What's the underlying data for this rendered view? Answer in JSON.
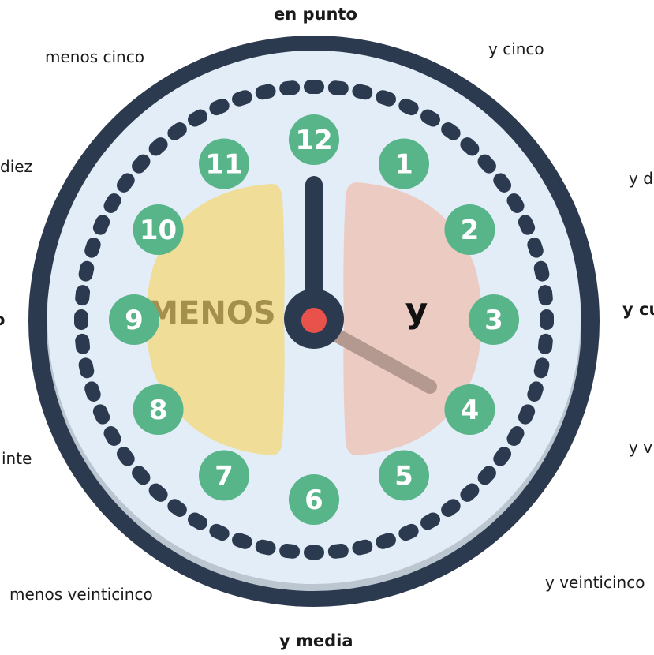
{
  "labels": {
    "en_punto": "en punto",
    "y_cinco": "y cinco",
    "y_diez": "y d",
    "y_cuarto": "y cu",
    "y_veinte": "y v",
    "y_veinticinco": "y veinticinco",
    "y_media": "y media",
    "menos_veinticinco": "menos veinticinco",
    "menos_veinte": "inte",
    "menos_cuarto": "o",
    "menos_diez": "diez",
    "menos_cinco": "menos cinco"
  },
  "clock": {
    "numbers": [
      "12",
      "1",
      "2",
      "3",
      "4",
      "5",
      "6",
      "7",
      "8",
      "9",
      "10",
      "11"
    ],
    "left_half_label": "MENOS",
    "right_half_label": "y",
    "time": {
      "hour": 12,
      "minute": 20
    }
  },
  "colors": {
    "rim": "#2c3a50",
    "face": "#deeaf5",
    "face_inner": "#e3edf7",
    "ticks": "#2c3a50",
    "number_bg": "#58b58a",
    "number_text": "#ffffff",
    "menos_half": "#efdd98",
    "menos_text": "#a58f4d",
    "y_half": "#ebcbc2",
    "y_text": "#111111",
    "hour_hand": "#2c3a50",
    "minute_hand": "#b49990",
    "center_dot": "#e9514b"
  },
  "icons": {
    "center_pin": "red-dot"
  }
}
